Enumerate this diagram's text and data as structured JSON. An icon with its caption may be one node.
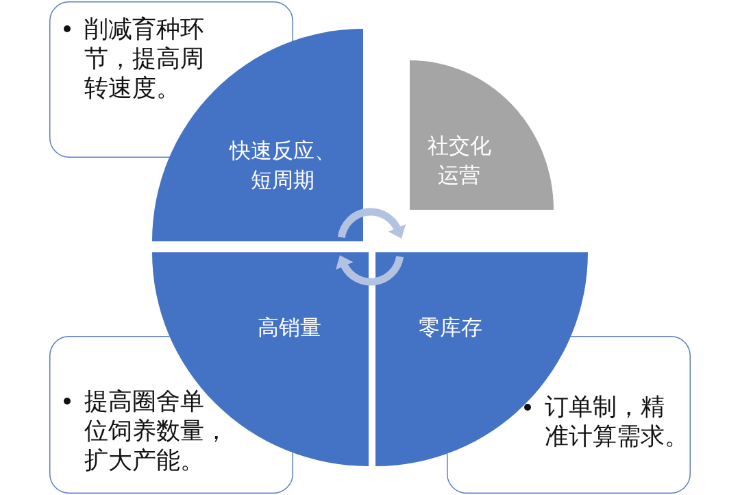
{
  "diagram": {
    "nodes": [
      {
        "text": [
          "削减育种环节，提高周转速度。"
        ]
      },
      {
        "text": [
          "快速反应、短周期"
        ]
      },
      {
        "text": [
          "社交化运营"
        ]
      },
      {
        "text": [
          "高销量"
        ]
      },
      {
        "text": [
          "零库存"
        ]
      },
      {
        "text": [
          "提高圈舍单位饲养数量，扩大产能。"
        ]
      },
      {
        "text": [
          "订单制，精准计算需求。"
        ]
      }
    ],
    "edges": [
      {
        "from": 1,
        "to": 2,
        "arrow": "to"
      },
      {
        "from": 4,
        "to": 3,
        "arrow": "to"
      }
    ]
  }
}
